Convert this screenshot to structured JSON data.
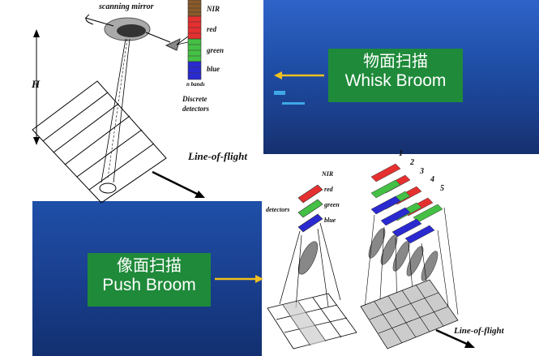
{
  "whisk": {
    "label_cn": "物面扫描",
    "label_en": "Whisk Broom",
    "scanning_mirror": "scanning mirror",
    "height_label": "H",
    "bands": [
      "NIR",
      "red",
      "green",
      "blue"
    ],
    "n_bands": "n bands",
    "discrete_detectors": [
      "Discrete",
      "detectors"
    ],
    "line_of_flight": "Line-of-flight"
  },
  "push": {
    "label_cn": "像面扫描",
    "label_en": "Push Broom",
    "bands": [
      "NIR",
      "red",
      "green",
      "blue"
    ],
    "detectors": "detectors",
    "numbers": [
      "1",
      "2",
      "3",
      "4",
      "5"
    ],
    "line_of_flight": "Line-of-flight"
  },
  "colors": {
    "label_bg": "#1f8a3a",
    "arrow": "#f0c020",
    "red": "#e53030",
    "green": "#44c044",
    "blue": "#2a2ad0",
    "nir": "#8a5a2a"
  }
}
